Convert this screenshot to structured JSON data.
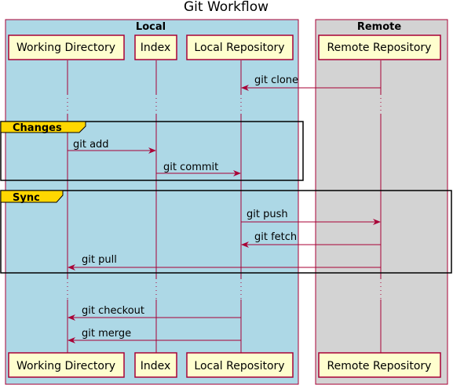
{
  "title": "Git Workflow",
  "boxes": {
    "local": {
      "label": "Local",
      "color": "#ADD8E6"
    },
    "remote": {
      "label": "Remote",
      "color": "#D3D3D3"
    }
  },
  "participants": [
    "Working Directory",
    "Index",
    "Local Repository",
    "Remote Repository"
  ],
  "groups": [
    {
      "label": "Changes"
    },
    {
      "label": "Sync"
    }
  ],
  "messages": [
    {
      "from": "Remote Repository",
      "to": "Local Repository",
      "label": "git clone"
    },
    {
      "from": "Working Directory",
      "to": "Index",
      "label": "git add"
    },
    {
      "from": "Index",
      "to": "Local Repository",
      "label": "git commit"
    },
    {
      "from": "Local Repository",
      "to": "Remote Repository",
      "label": "git push"
    },
    {
      "from": "Remote Repository",
      "to": "Local Repository",
      "label": "git fetch"
    },
    {
      "from": "Remote Repository",
      "to": "Working Directory",
      "label": "git pull"
    },
    {
      "from": "Local Repository",
      "to": "Working Directory",
      "label": "git checkout"
    },
    {
      "from": "Local Repository",
      "to": "Working Directory",
      "label": "git merge"
    }
  ],
  "colors": {
    "participant_fill": "#FEFECE",
    "border": "#A80036",
    "group_tab": "#FFD700",
    "arrow": "#A80036"
  }
}
